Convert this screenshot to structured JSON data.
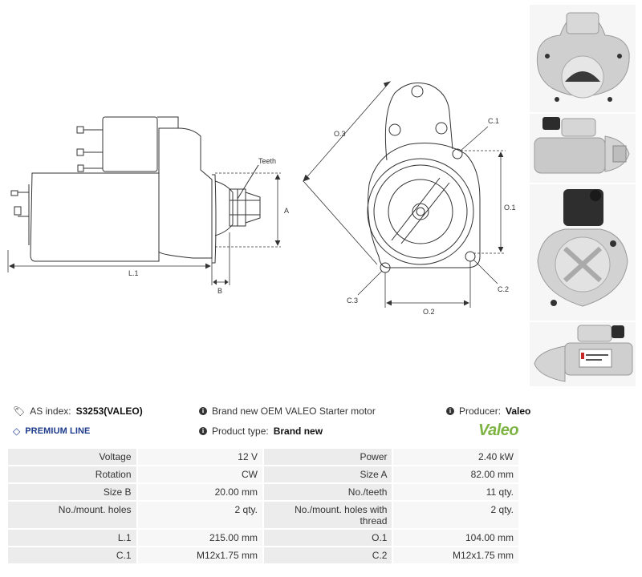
{
  "drawing": {
    "side": {
      "teeth": "Teeth",
      "a": "A",
      "b": "B",
      "l1": "L.1"
    },
    "front": {
      "o3": "O.3",
      "c1": "C.1",
      "o1": "O.1",
      "c2": "C.2",
      "c3": "C.3",
      "o2": "O.2"
    }
  },
  "photos": [
    {
      "alt": "rear-view-photo"
    },
    {
      "alt": "side-view-photo"
    },
    {
      "alt": "flange-view-photo"
    },
    {
      "alt": "label-view-photo"
    }
  ],
  "info": {
    "as_index_label": "AS index:",
    "as_index_value": "S3253(VALEO)",
    "premium_line": "PREMIUM LINE",
    "description": "Brand new OEM VALEO Starter motor",
    "product_type_label": "Product type:",
    "product_type_value": "Brand new",
    "producer_label": "Producer:",
    "producer_value": "Valeo",
    "logo_text": "Valeo"
  },
  "specs": [
    {
      "l1": "Voltage",
      "v1": "12 V",
      "l2": "Power",
      "v2": "2.40 kW"
    },
    {
      "l1": "Rotation",
      "v1": "CW",
      "l2": "Size A",
      "v2": "82.00 mm"
    },
    {
      "l1": "Size B",
      "v1": "20.00 mm",
      "l2": "No./teeth",
      "v2": "11 qty."
    },
    {
      "l1": "No./mount. holes",
      "v1": "2 qty.",
      "l2": "No./mount. holes with thread",
      "v2": "2 qty."
    },
    {
      "l1": "L.1",
      "v1": "215.00 mm",
      "l2": "O.1",
      "v2": "104.00 mm"
    },
    {
      "l1": "C.1",
      "v1": "M12x1.75 mm",
      "l2": "C.2",
      "v2": "M12x1.75 mm"
    }
  ]
}
